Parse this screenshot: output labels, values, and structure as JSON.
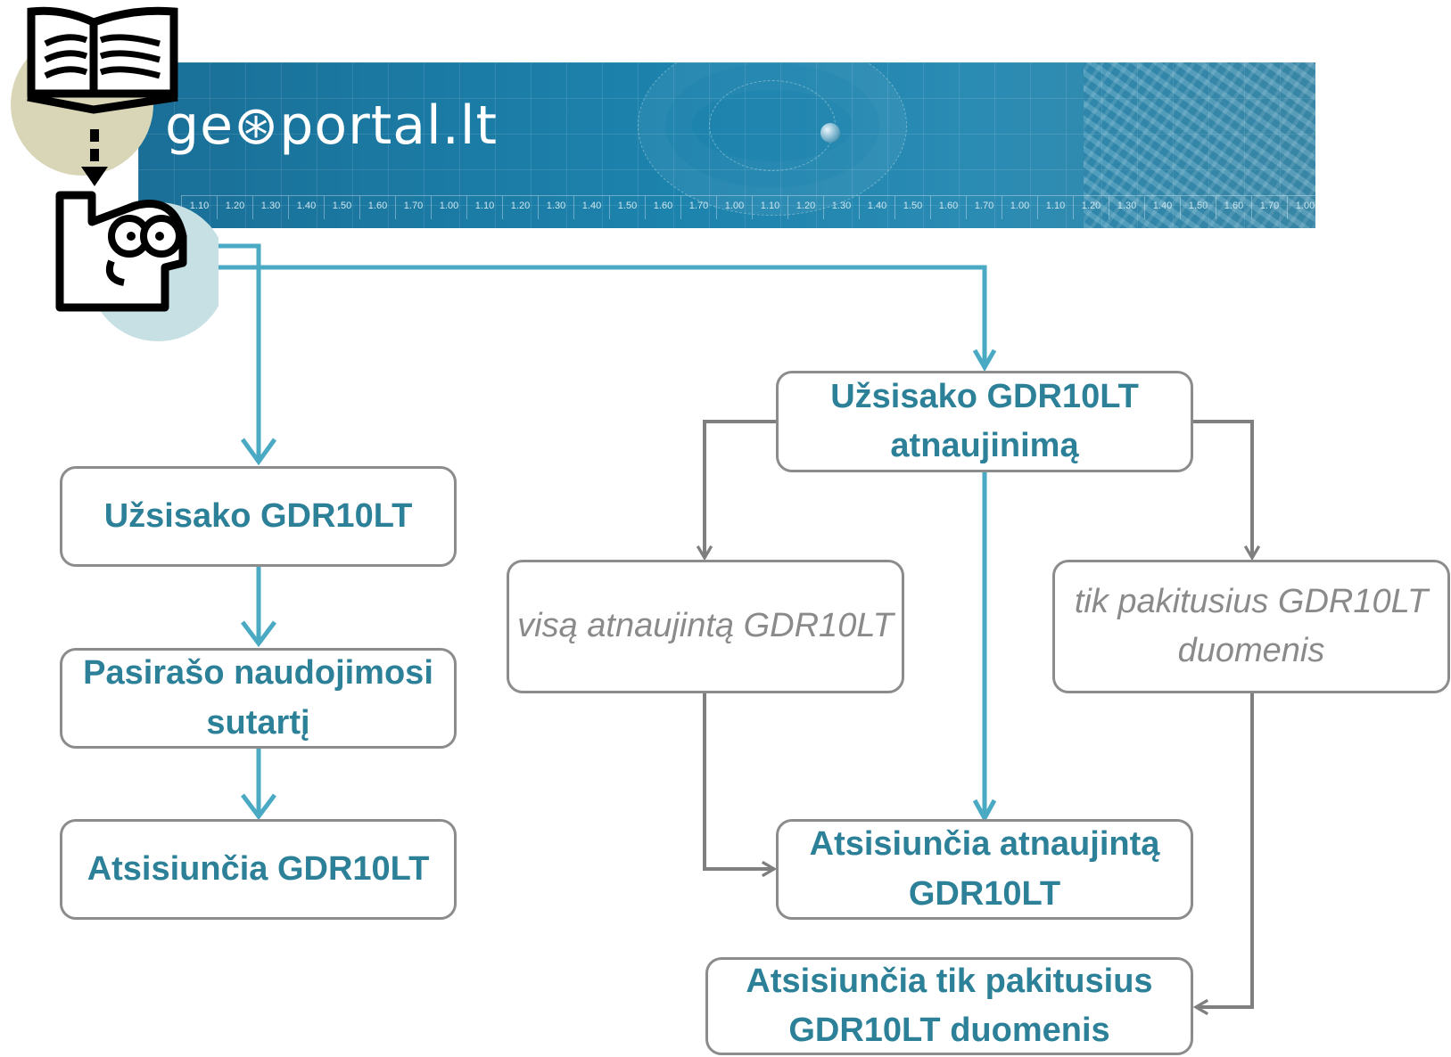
{
  "header": {
    "logo_text": "ge⊛portal.lt",
    "scale_ticks": [
      "1.10",
      "1.20",
      "1.30",
      "1.40",
      "1.50",
      "1.60",
      "1.70",
      "1.00",
      "1.10",
      "1.20",
      "1.30",
      "1.40",
      "1.50",
      "1.60",
      "1.70",
      "1.00",
      "1.10",
      "1.20",
      "1.30",
      "1.40",
      "1.50",
      "1.60",
      "1.70",
      "1.00",
      "1.10",
      "1.20",
      "1.30",
      "1.40",
      "1.50",
      "1.60",
      "1.70",
      "1.00"
    ]
  },
  "icons": [
    "book-icon",
    "thinking-person-icon"
  ],
  "nodes": {
    "order": "Užsisako GDR10LT",
    "sign": "Pasirašo naudojimosi sutartį",
    "download": "Atsisiunčia GDR10LT",
    "order_update": "Užsisako GDR10LT atnaujinimą",
    "option_full": "visą atnaujintą GDR10LT",
    "option_changed": "tik pakitusius GDR10LT duomenis",
    "download_updated": "Atsisiunčia atnaujintą GDR10LT",
    "download_changed": "Atsisiunčia tik pakitusius GDR10LT duomenis"
  },
  "colors": {
    "text_main": "#2c8098",
    "text_option": "#8a8a8a",
    "box_border": "#8c8c8c",
    "arrow_blue": "#4aaac4",
    "arrow_gray": "#7f7f7f",
    "banner": "#1c83ad"
  }
}
